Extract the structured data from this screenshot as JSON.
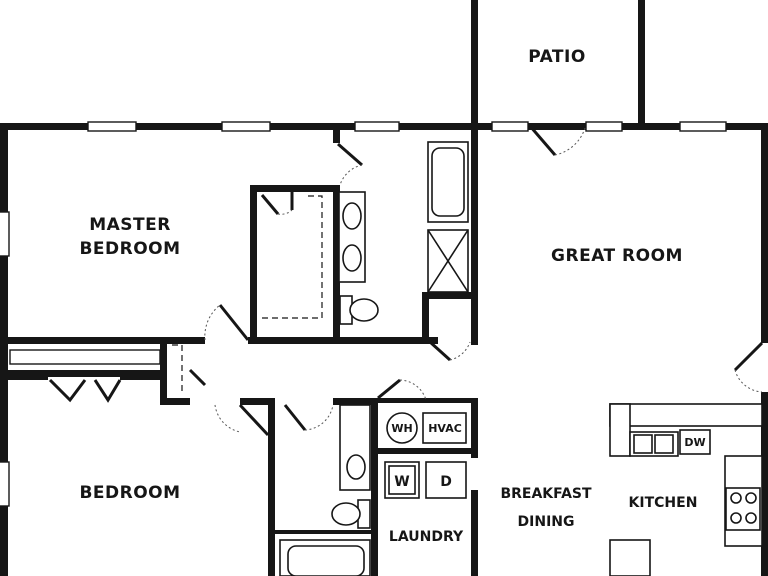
{
  "rooms": {
    "patio": "PATIO",
    "master_bedroom_line1": "MASTER",
    "master_bedroom_line2": "BEDROOM",
    "great_room": "GREAT ROOM",
    "bedroom": "BEDROOM",
    "breakfast_line1": "BREAKFAST",
    "breakfast_line2": "DINING",
    "kitchen": "KITCHEN",
    "laundry": "LAUNDRY"
  },
  "appliances": {
    "water_heater": "WH",
    "hvac": "HVAC",
    "washer": "W",
    "dryer": "D",
    "dishwasher": "DW"
  }
}
